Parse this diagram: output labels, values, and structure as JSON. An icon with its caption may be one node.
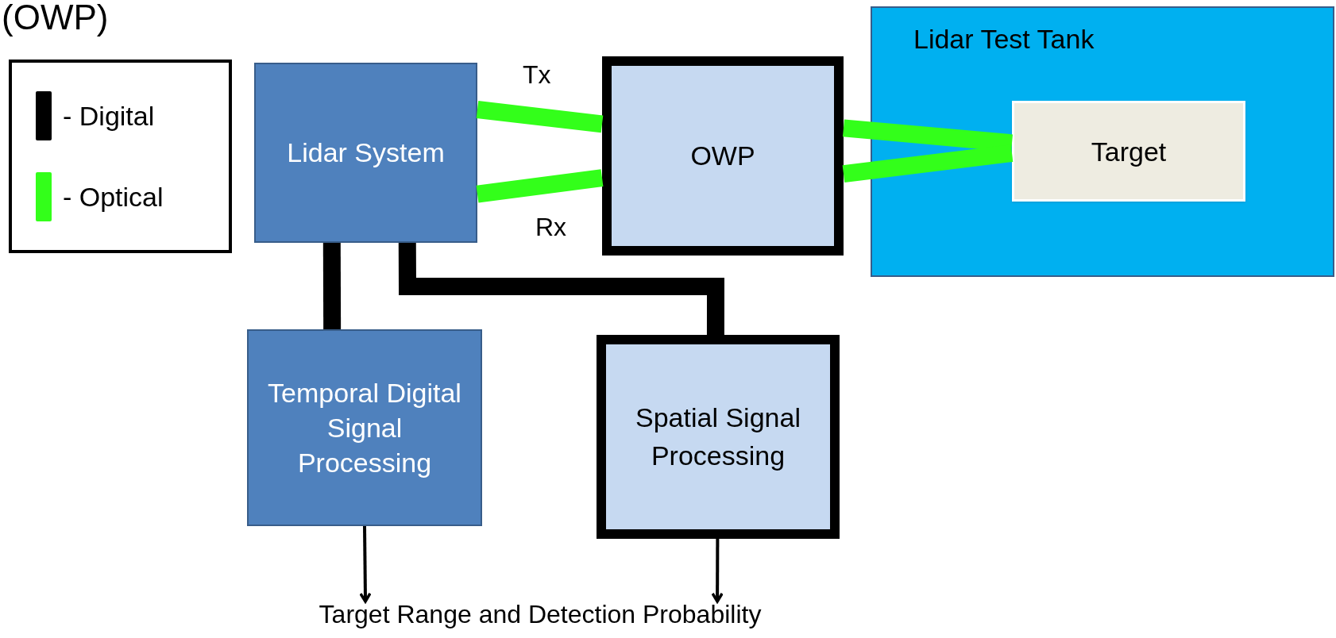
{
  "diagram": {
    "nodes": [
      {
        "text": [
          "Lidar System"
        ]
      },
      {
        "text": [
          "OWP"
        ]
      },
      {
        "text": [
          "Lidar Test Tank"
        ]
      },
      {
        "text": [
          "Target"
        ],
        "in": 2
      },
      {
        "text": [
          "Temporal Digital Signal Processing"
        ]
      },
      {
        "text": [
          "Spatial Signal Processing"
        ]
      },
      {
        "text": [
          "Target Range and Detection Probability"
        ]
      }
    ],
    "edges": [
      {
        "from": 0,
        "to": 1,
        "arrow": "none",
        "label": "Tx",
        "color": "#33ff1a"
      },
      {
        "from": 0,
        "to": 1,
        "arrow": "none",
        "label": "Rx",
        "color": "#33ff1a"
      },
      {
        "from": 1,
        "to": 3,
        "arrow": "none",
        "color": "#33ff1a"
      },
      {
        "from": 1,
        "to": 3,
        "arrow": "none",
        "color": "#33ff1a"
      },
      {
        "from": 0,
        "to": 4,
        "arrow": "none",
        "color": "#000000"
      },
      {
        "from": 0,
        "to": 5,
        "arrow": "none",
        "color": "#000000"
      },
      {
        "from": 4,
        "to": 6,
        "arrow": "to",
        "color": "#000000"
      },
      {
        "from": 5,
        "to": 6,
        "arrow": "to",
        "color": "#000000"
      }
    ],
    "labels": [
      "(OWP)"
    ],
    "legend": [
      {
        "text": "- Digital",
        "color": "#000000"
      },
      {
        "text": "- Optical",
        "color": "#33ff1a"
      }
    ]
  }
}
